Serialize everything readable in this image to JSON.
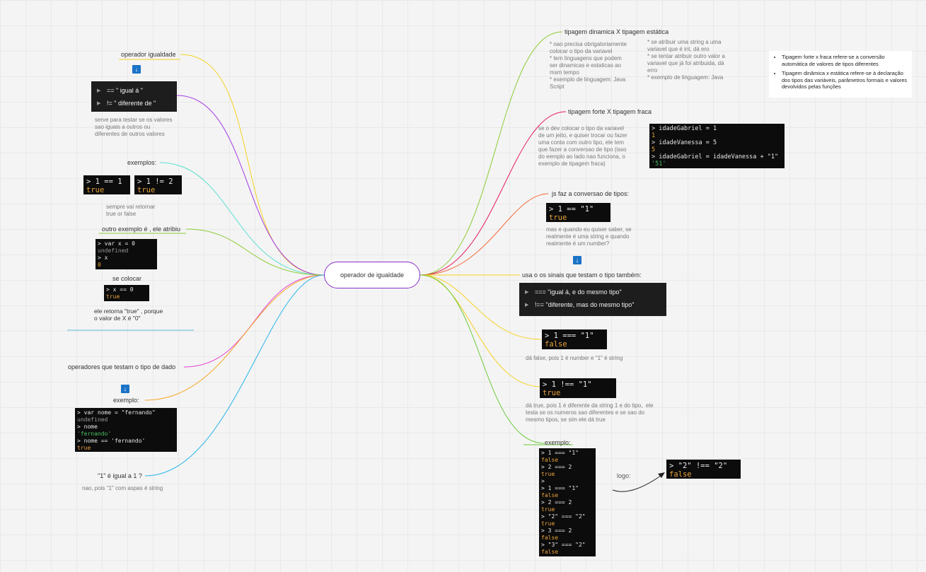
{
  "central": {
    "label": "operador de igualdade"
  },
  "left": {
    "op_igualdade": "operador igualdade",
    "toggle_ops": [
      "==  \" igual á \"",
      "!=   \" diferente de \""
    ],
    "note_ops": "serve para testar se os valores\nsao iguais a outros ou\ndiferentes de outros valores",
    "exemplos": "exemplos:",
    "term_eq": [
      "> 1 == 1",
      "true"
    ],
    "term_neq": [
      "> 1 != 2",
      "true"
    ],
    "note_retornar": "sempre vai retornar\ntrue or false",
    "outro_exemplo": "outro exemplo é , ele atribiu",
    "term_var": [
      "> var x = 0",
      "undefined",
      "> x",
      "0"
    ],
    "se_colocar": "se colocar",
    "term_xeq": [
      "> x == 0",
      "true"
    ],
    "note_true": "ele retorna \"true\" , porque\no valor de X é \"0\"",
    "operadores_tipo": "operadores que testam o tipo de dado",
    "exemplo": "exemplo:",
    "term_nome": [
      "> var nome = \"fernando\"",
      "undefined",
      "> nome",
      "'fernando'",
      "> nome == 'fernando'",
      "true"
    ],
    "pergunta": "\"1\" é igual a 1 ?",
    "resposta": "nao, pois \"1\" com aspas é string"
  },
  "right": {
    "tipagem_dinamica": "tipagem dinamica X tipagem estática",
    "note_dinamica": "* nao precisa obrigatoriamente\ncolocar o tipo da variavel\n* tem linguagens que podem\nser dinamicas e estaticas ao\nmsm tempo\n* exemplo de linguagem: Java\nScript",
    "note_estatica": "* se atribuir uma string a uma\nvariavel que é int, dá ero\n* se tentar atribuir outro valor a\nvariavel que já foi atribuida, dá\nerro\n* exemplo de linguagem: Java",
    "tipagem_forte": "tipagem forte X tipagem fraca",
    "note_forte": "se o dev colocar o tipo da variavel\nde um jeito, e quiser trocar ou fazer\numa conta com outro tipo, ele tem\nque fazer a conversao de tipo (isso\ndo eemplo ao lado nao funciona, o\nexemplo de tipagem fraca)",
    "term_idade": [
      "> idadeGabriel = 1",
      "1",
      "> idadeVanessa = 5",
      "5",
      "> idadeGabriel = idadeVanessa + \"1\"",
      "'51'"
    ],
    "js_conversao": "js faz a conversao de tipos:",
    "term_conv": [
      "> 1 == \"1\"",
      "true"
    ],
    "note_conv": "mas e quando eu quiser saber, se\nrealmente é uma string e quando\nrealmente é um number?",
    "usa_sinais": "usa o os sinais que testam o tipo também:",
    "toggle_strict": [
      "===  \"igual á, e do mesmo tipo\"",
      "!== \"diferente, mas do mesmo tipo\""
    ],
    "term_strict_false": [
      "> 1 === \"1\"",
      "false"
    ],
    "note_false": "dá false, pois 1 é number e \"1\" é string",
    "term_strict_true": [
      "> 1 !== \"1\"",
      "true"
    ],
    "note_true": "dá true, pois 1 é diferente da string 1 e do tipo,  ele\ntesta se os numeros sao diferentes e se sao do\nmesmo tipos, se sim ele dá true",
    "exemplo": "exemplo:",
    "term_long": [
      "> 1 === \"1\"",
      "false",
      "> 2 === 2",
      "true",
      ">",
      "> 1 === \"1\"",
      "false",
      "> 2 === 2",
      "true",
      "> \"2\" === \"2\"",
      "true",
      "> 3 === 2",
      "false",
      "> \"3\" === \"2\"",
      "false"
    ],
    "logo": "logo:",
    "term_final": [
      "> \"2\" !== \"2\"",
      "false"
    ]
  },
  "sticky": {
    "items": [
      "Tipagem forte x fraca refere-se a conversão automática de valores de tipos diferentes",
      "Tipagem dinâmica x estática refere-se à declaração dos tipos das variáveis, parâmetros formais e valores devolvidos pelas funções"
    ]
  },
  "icons": {
    "download": "↓"
  },
  "colors": {
    "central_border": "#8b2fc9",
    "yellow": "#f6d21f",
    "purple": "#a43be6",
    "cyan": "#5fe0d2",
    "lime": "#8ccb35",
    "orange": "#f5a623",
    "magenta": "#e63fd4",
    "blue": "#26b4ea",
    "red": "#e51d5c",
    "coral": "#f26a3c",
    "green": "#6ccb3a"
  }
}
